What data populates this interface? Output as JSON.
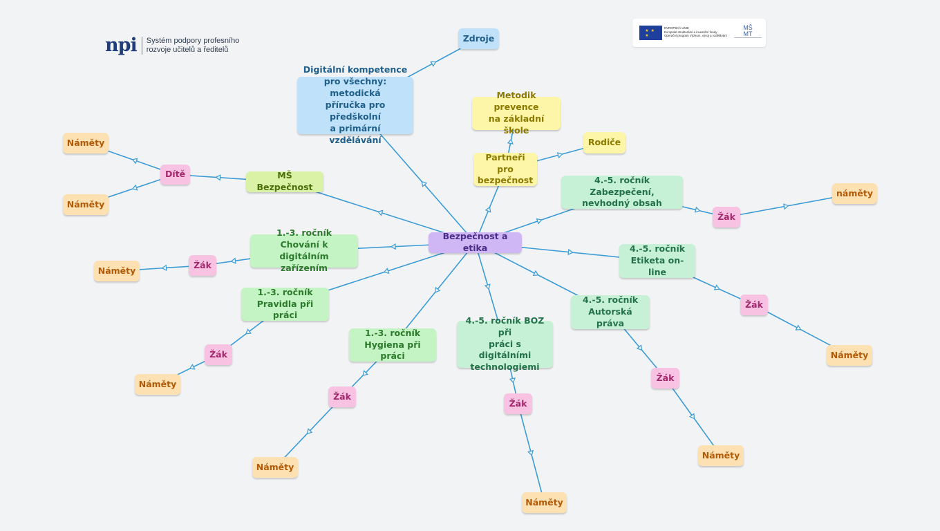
{
  "header": {
    "npi_mark": "npi",
    "npi_text": "Systém podpory profesního\nrozvoje učitelů a ředitelů",
    "eu_flag_stars": "★ ★ ★",
    "eu_text": "EVROPSKÁ UNIE\nEvropské strukturální a investiční fondy\nOperační program Výzkum, vývoj a vzdělávání",
    "msmt_text": "MŠ\nMT"
  },
  "colors": {
    "edge": "#3a9bd5",
    "purple": "#cfb6f4",
    "blue": "#bfe1f9",
    "yellow": "#fdf5a8",
    "lime": "#d9f2a5",
    "green": "#c4f4c4",
    "mint": "#c6f1d6",
    "pink": "#f8c3e2",
    "orange": "#fde1b3"
  },
  "nodes": {
    "center": "Bezpečnost a etika",
    "zdroje": "Zdroje",
    "dk": "Digitální kompetence\npro všechny: metodická\npříručka pro předškolní\na primární vzdělávání",
    "metodik": "Metodik prevence\nna základní škole",
    "rodice": "Rodiče",
    "partneri": "Partneři pro\nbezpečnost",
    "ms": "MŠ Bezpečnost",
    "dite": "Dítě",
    "namety_dite_1": "Náměty",
    "namety_dite_2": "Náměty",
    "zabezpeceni": "4.-5. ročník Zabezpečení,\nnevhodný obsah",
    "zak_zabezpeceni": "Žák",
    "namety_zabezpeceni": "náměty",
    "chovani": "1.-3. ročník Chování k\ndigitálním zařízením",
    "zak_chovani": "Žák",
    "namety_chovani": "Náměty",
    "etiketa": "4.-5. ročník\nEtiketa on-line",
    "zak_etiketa": "Žák",
    "namety_etiketa": "Náměty",
    "pravidla": "1.-3. ročník\nPravidla při práci",
    "zak_pravidla": "Žák",
    "namety_pravidla": "Náměty",
    "autorska": "4.-5. ročník\nAutorská práva",
    "zak_autorska": "Žák",
    "namety_autorska": "Náměty",
    "hygiena": "1.-3. ročník\nHygiena při práci",
    "zak_hygiena": "Žák",
    "namety_hygiena": "Náměty",
    "boz": "4.-5. ročník BOZ při\npráci s digitálními\ntechnologiemi",
    "zak_boz": "Žák",
    "namety_boz": "Náměty"
  },
  "edges": [
    [
      "center",
      "dk"
    ],
    [
      "dk",
      "zdroje"
    ],
    [
      "center",
      "partneri"
    ],
    [
      "partneri",
      "metodik"
    ],
    [
      "partneri",
      "rodice"
    ],
    [
      "center",
      "ms"
    ],
    [
      "ms",
      "dite"
    ],
    [
      "dite",
      "namety_dite_1"
    ],
    [
      "dite",
      "namety_dite_2"
    ],
    [
      "center",
      "zabezpeceni"
    ],
    [
      "zabezpeceni",
      "zak_zabezpeceni"
    ],
    [
      "zak_zabezpeceni",
      "namety_zabezpeceni"
    ],
    [
      "center",
      "chovani"
    ],
    [
      "chovani",
      "zak_chovani"
    ],
    [
      "zak_chovani",
      "namety_chovani"
    ],
    [
      "center",
      "etiketa"
    ],
    [
      "etiketa",
      "zak_etiketa"
    ],
    [
      "zak_etiketa",
      "namety_etiketa"
    ],
    [
      "center",
      "pravidla"
    ],
    [
      "pravidla",
      "zak_pravidla"
    ],
    [
      "zak_pravidla",
      "namety_pravidla"
    ],
    [
      "center",
      "autorska"
    ],
    [
      "autorska",
      "zak_autorska"
    ],
    [
      "zak_autorska",
      "namety_autorska"
    ],
    [
      "center",
      "hygiena"
    ],
    [
      "hygiena",
      "zak_hygiena"
    ],
    [
      "zak_hygiena",
      "namety_hygiena"
    ],
    [
      "center",
      "boz"
    ],
    [
      "boz",
      "zak_boz"
    ],
    [
      "zak_boz",
      "namety_boz"
    ]
  ]
}
